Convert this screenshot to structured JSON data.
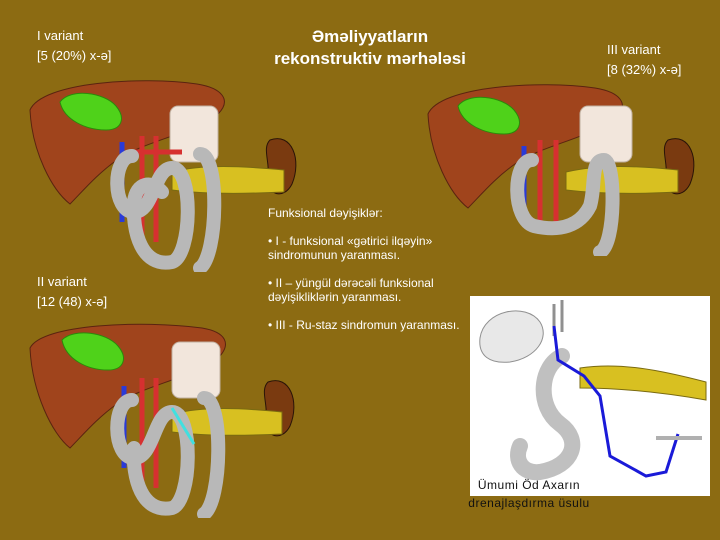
{
  "title": {
    "line1": "Əməliyyatların",
    "line2": "rekonstruktiv mərhələsi"
  },
  "variant_1": {
    "name": "I variant",
    "detail": "[5 (20%) x-ə]"
  },
  "variant_2": {
    "name": "II variant",
    "detail": "[12 (48) x-ə]"
  },
  "variant_3": {
    "name": "III variant",
    "detail": "[8 (32%) x-ə]"
  },
  "functional_changes": {
    "heading": "Funksional dəyişiklər:",
    "items": [
      "• I - funksional  «gətirici ilqəyin» sindromunun yaranması.",
      "• II – yüngül dərəcəli funksional dəyişikliklərin yaranması.",
      "• III - Ru-staz sindromun yaranması."
    ]
  },
  "drainage_caption": {
    "line1": "Ümumi Öd Axarın",
    "line2": "drenajlaşdırma üsulu"
  },
  "colors": {
    "background": "#8c6b12",
    "liver": "#a0441c",
    "gallbladder": "#4fd21a",
    "intestine": "#b8b8b8",
    "pancreas": "#d8c021",
    "drain": "#1a1ad8"
  }
}
